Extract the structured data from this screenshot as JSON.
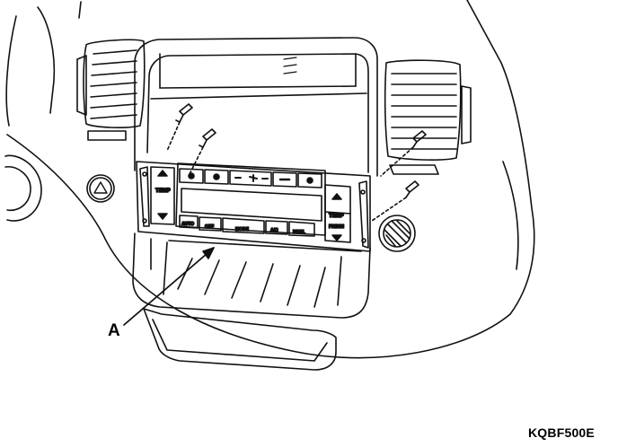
{
  "callout": {
    "label": "A"
  },
  "figure_code": "KQBF500E",
  "panel": {
    "temp_left": "TEMP",
    "temp_right": "TEMP",
    "fresh": "FRESH",
    "auto": "AUTO",
    "off": "OFF",
    "mode": "MODE",
    "ac": "A/C",
    "dual": "DUAL"
  },
  "colors": {
    "line": "#111111",
    "background": "#ffffff"
  }
}
